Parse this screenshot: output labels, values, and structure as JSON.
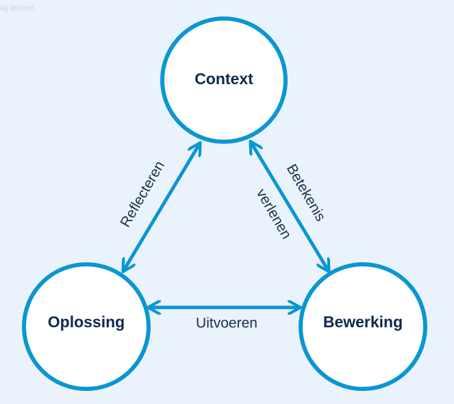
{
  "corner_text": "dg kniosel",
  "colors": {
    "background": "#eaf3fb",
    "accent": "#0a96d3",
    "node_fill": "#ffffff",
    "node_text": "#0f2a4d",
    "edge_text": "#1b2f4a"
  },
  "nodes": {
    "context": "Context",
    "oplossing": "Oplossing",
    "bewerking": "Bewerking"
  },
  "edges": {
    "reflecteren": "Reflecteren",
    "betekenis": "Betekenis",
    "verlenen": "verlenen",
    "uitvoeren": "Uitvoeren"
  }
}
